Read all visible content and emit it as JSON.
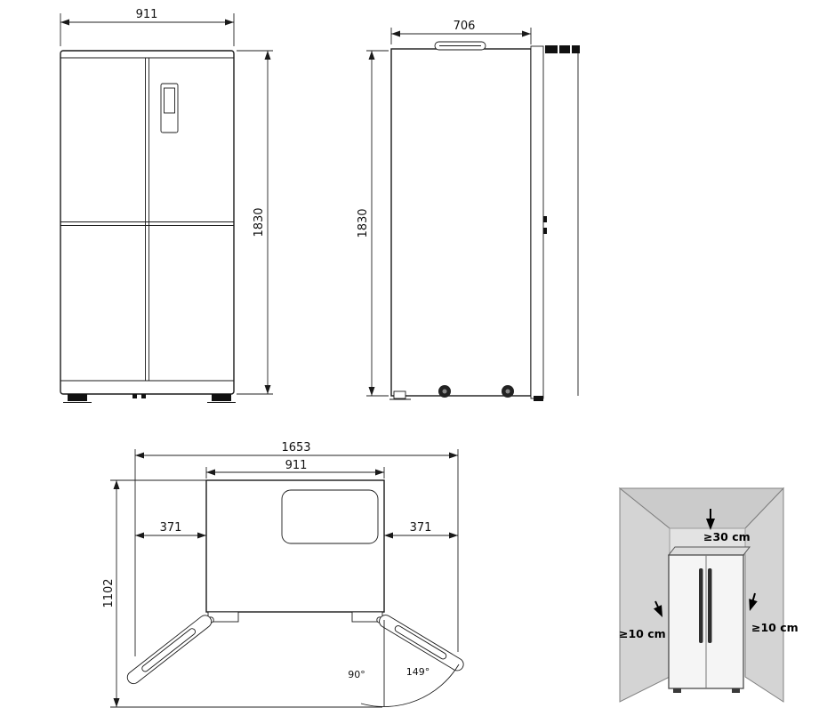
{
  "colors": {
    "line": "#1a1a1a",
    "ceiling_gray": "#cbcbcb",
    "wall_gray": "#d4d4d4",
    "clearance_zone_gray": "#e3e3e3",
    "fridge_face_gray": "#f5f5f5",
    "handle_dark": "#2e2e2e"
  },
  "front_view": {
    "width": "911",
    "height": "1830"
  },
  "side_view": {
    "depth": "706",
    "height": "1830"
  },
  "top_view": {
    "total_width_doors_open": "1653",
    "body_width": "911",
    "left_door_projection": "371",
    "right_door_projection": "371",
    "depth_doors_open": "1102",
    "door_angle_reference": "90°",
    "door_angle_max": "149°"
  },
  "clearance_view": {
    "top_clearance": "≥30 cm",
    "left_clearance": "≥10 cm",
    "right_clearance": "≥10 cm"
  }
}
